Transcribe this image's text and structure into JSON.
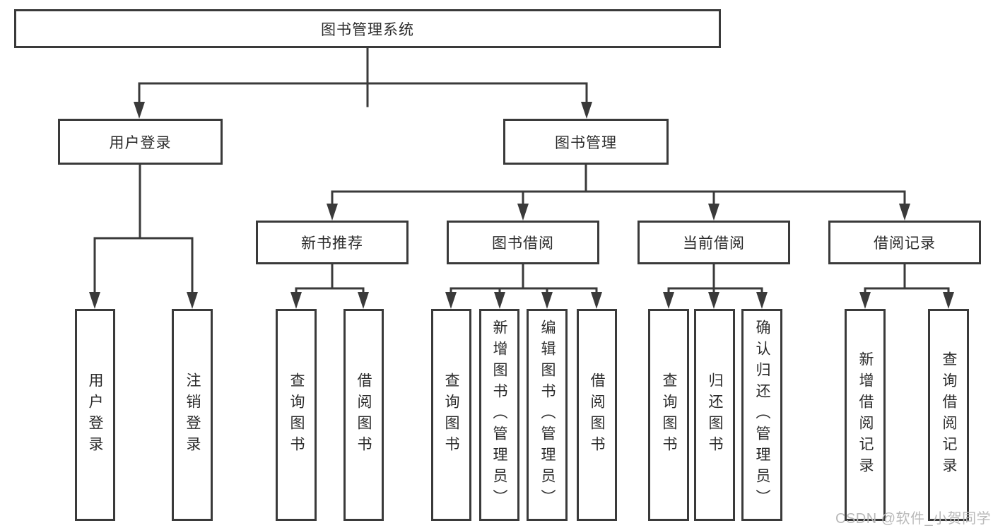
{
  "diagram_type": "hierarchy-tree",
  "tree": {
    "root": "图书管理系统",
    "branches": [
      {
        "label": "用户登录",
        "children": [
          "用户登录",
          "注销登录"
        ]
      },
      {
        "label": "图书管理",
        "children": [
          {
            "label": "新书推荐",
            "children": [
              "查询图书",
              "借阅图书"
            ]
          },
          {
            "label": "图书借阅",
            "children": [
              "查询图书",
              "新增图书（管理员）",
              "编辑图书（管理员）",
              "借阅图书"
            ]
          },
          {
            "label": "当前借阅",
            "children": [
              "查询图书",
              "归还图书",
              "确认归还（管理员）"
            ]
          },
          {
            "label": "借阅记录",
            "children": [
              "新增借阅记录",
              "查询借阅记录"
            ]
          }
        ]
      }
    ]
  },
  "watermark": "CSDN @软件_小贺同学",
  "colors": {
    "line": "#3a3a3a",
    "box_border": "#3a3a3a",
    "box_fill": "#ffffff",
    "text": "#2b2b2b",
    "watermark": "#b9b9b9",
    "background": "#ffffff"
  }
}
